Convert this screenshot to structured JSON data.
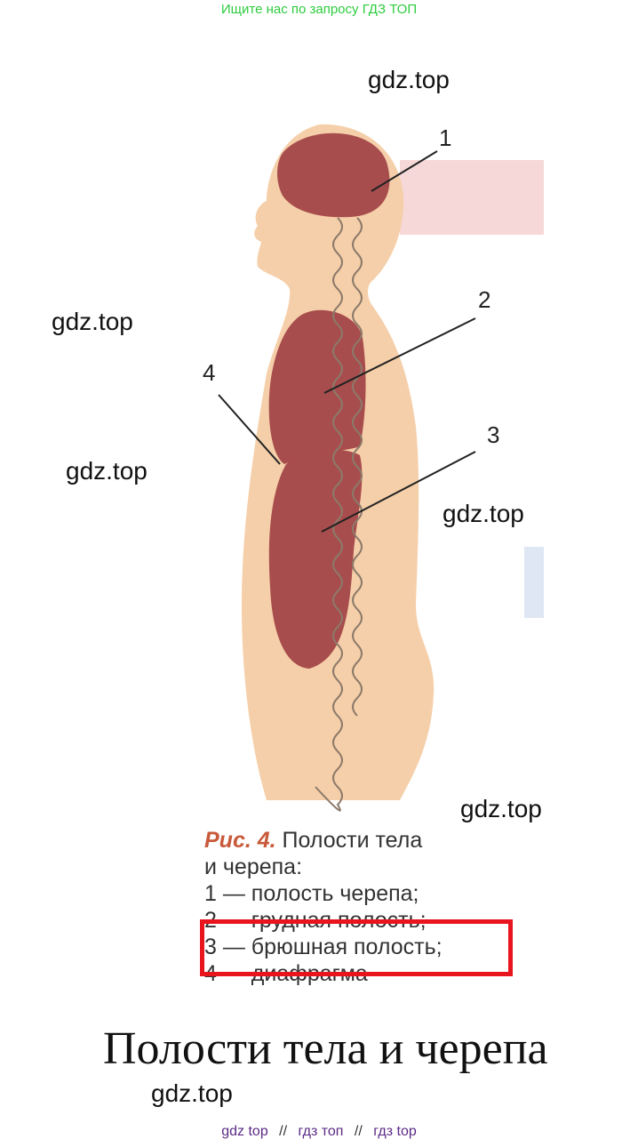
{
  "banner": "Ищите нас по запросу ГДЗ ТОП",
  "watermarks": [
    "gdz.top",
    "gdz.top",
    "gdz.top",
    "gdz.top",
    "gdz.top",
    "gdz.top"
  ],
  "figure": {
    "labels": [
      "1",
      "2",
      "3",
      "4"
    ]
  },
  "caption": {
    "fig_label": "Рис. 4.",
    "title_part1": " Полости тела",
    "title_part2": "и черепа:",
    "items": [
      "1 — полость черепа;",
      "2 — грудная полость;",
      "3 — брюшная полость;",
      "4 — диафрагма"
    ]
  },
  "main_title": "Полости тела и черепа",
  "footer": {
    "links": [
      "gdz top",
      "гдз топ",
      "гдз top"
    ],
    "separator": "//"
  },
  "colors": {
    "banner": "#2ecc40",
    "figure_label": "#c85a3a",
    "highlight": "#e8141e",
    "footer_link": "#5b2a86"
  }
}
